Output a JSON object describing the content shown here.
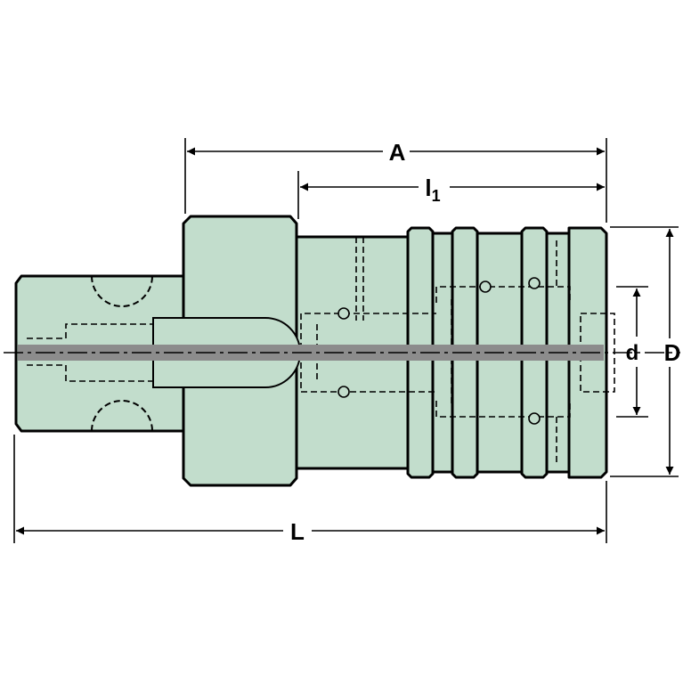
{
  "labels": {
    "A": "A",
    "l1_main": "l",
    "l1_sub": "1",
    "L": "L",
    "D": "D",
    "d": "d"
  },
  "colors": {
    "body_fill": "#c2ddcc",
    "outline": "#000000",
    "bore": "#8c8c8c",
    "background": "#ffffff"
  }
}
